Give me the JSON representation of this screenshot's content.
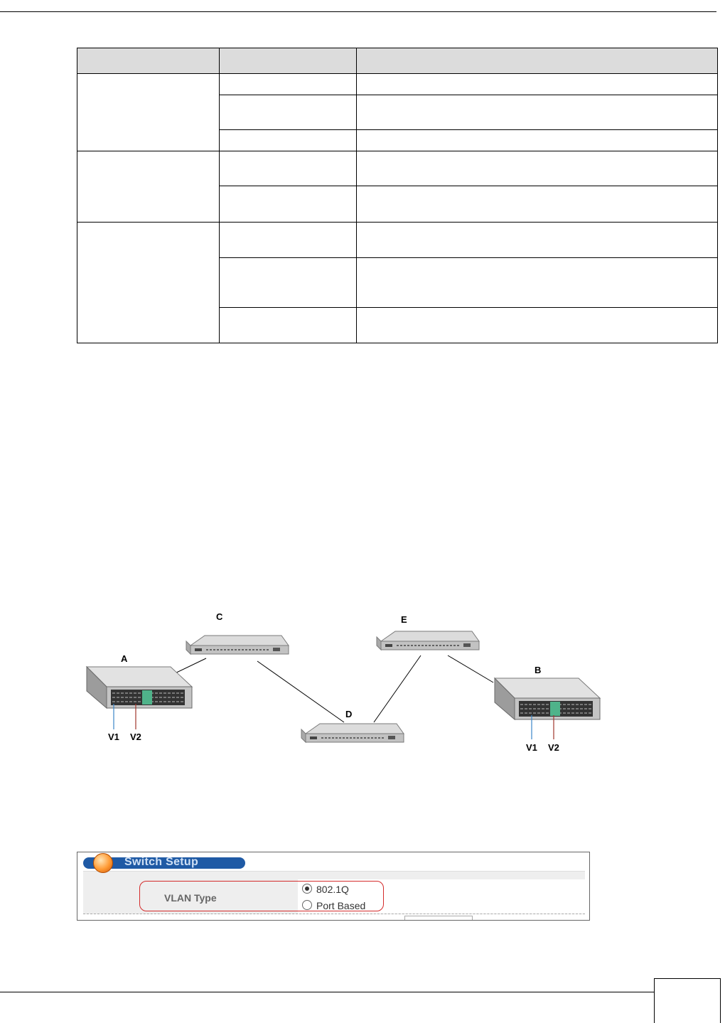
{
  "table": {
    "headers": [
      "",
      "",
      ""
    ],
    "groups": [
      {
        "label": "",
        "rows": [
          {
            "a": "",
            "b": ""
          },
          {
            "a": "",
            "b": ""
          },
          {
            "a": "",
            "b": ""
          }
        ]
      },
      {
        "label": "",
        "rows": [
          {
            "a": "",
            "b": ""
          },
          {
            "a": "",
            "b": ""
          }
        ]
      },
      {
        "label": "",
        "rows": [
          {
            "a": "",
            "b": ""
          },
          {
            "a": "",
            "b": ""
          },
          {
            "a": "",
            "b": ""
          }
        ]
      }
    ]
  },
  "diagram": {
    "devices": {
      "a": "A",
      "b": "B",
      "c": "C",
      "d": "D",
      "e": "E"
    },
    "ports": {
      "a_v1": "V1",
      "a_v2": "V2",
      "b_v1": "V1",
      "b_v2": "V2"
    },
    "colors": {
      "v1": "#3a86c8",
      "v2": "#a0342b",
      "link": "#000000"
    }
  },
  "switch_setup": {
    "title": "Switch Setup",
    "vlan_type_label": "VLAN Type",
    "options": [
      {
        "label": "802.1Q",
        "selected": true
      },
      {
        "label": "Port Based",
        "selected": false
      }
    ],
    "colors": {
      "banner": "#1f5aa5",
      "highlight": "#d42b2b"
    }
  },
  "page": {
    "number": ""
  }
}
